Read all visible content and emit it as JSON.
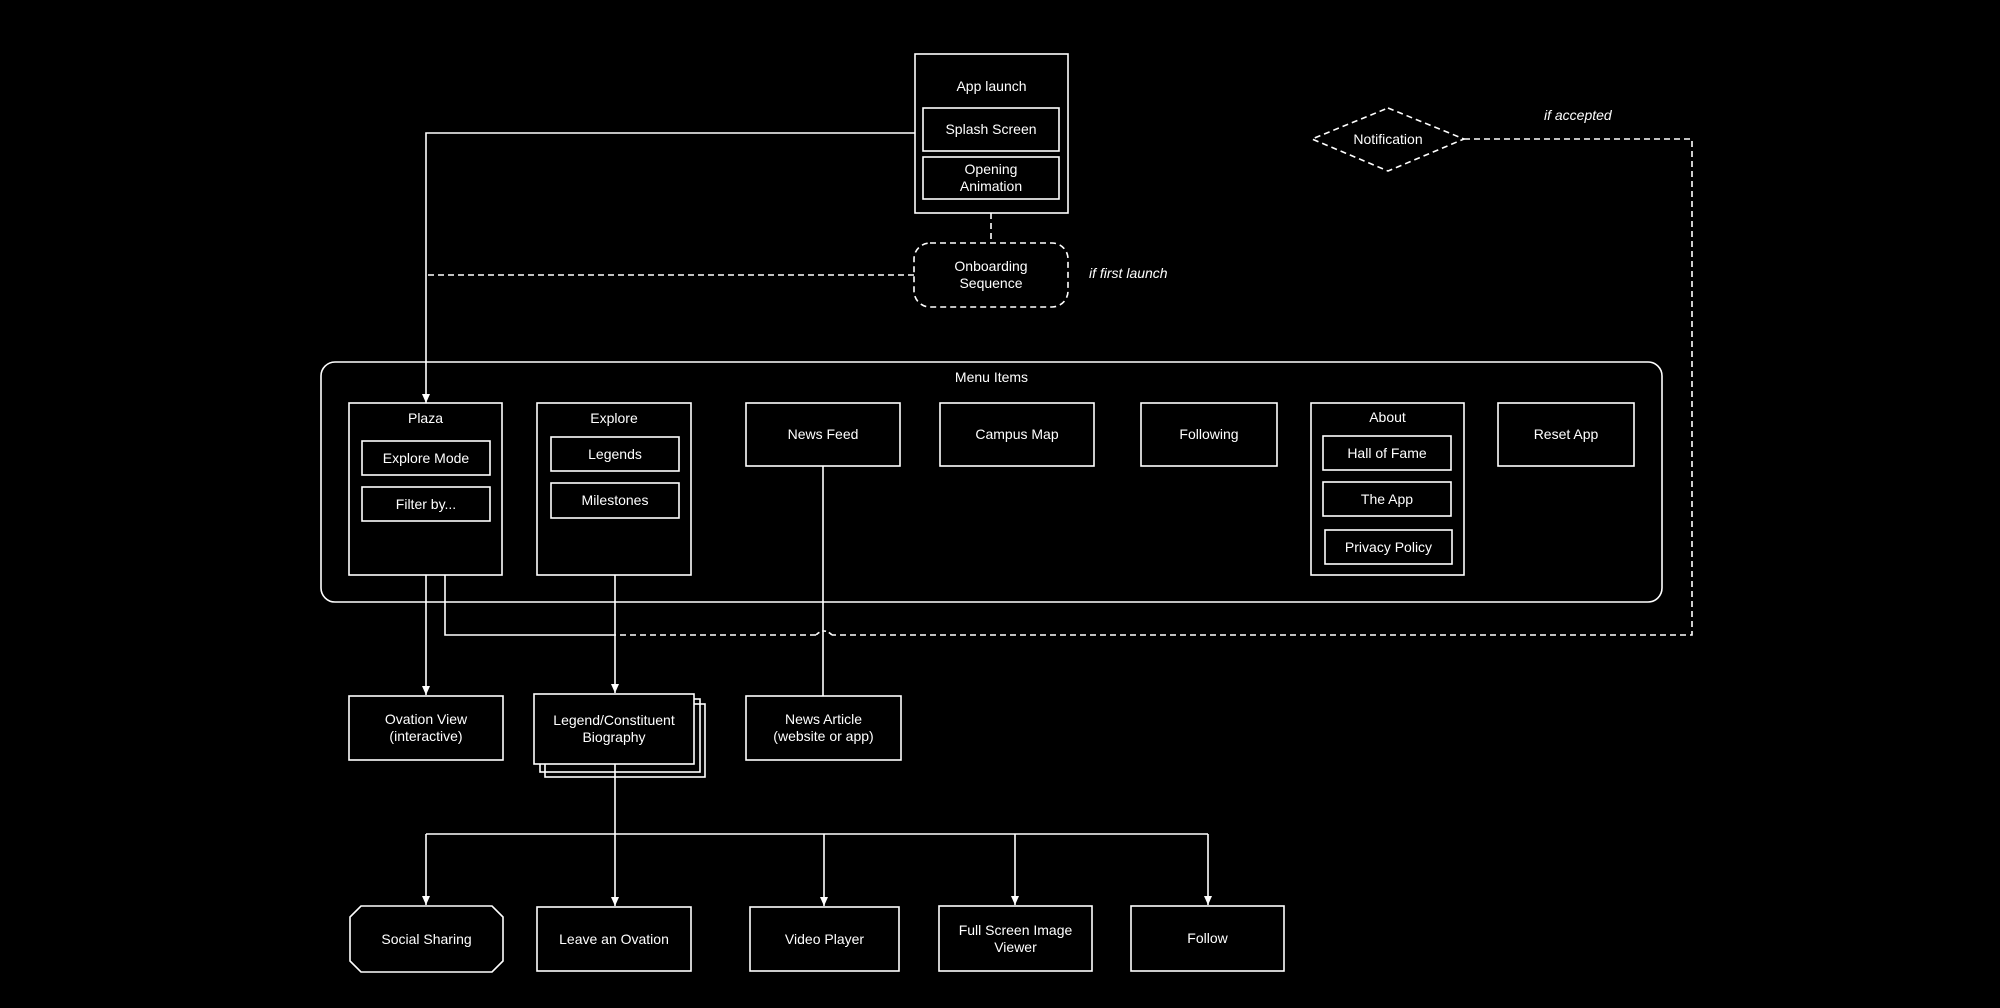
{
  "colors": {
    "background": "#000000",
    "stroke": "#ffffff",
    "text": "#ffffff"
  },
  "nodes": {
    "app_launch": "App launch",
    "splash_screen": "Splash Screen",
    "opening_animation": "Opening\nAnimation",
    "onboarding_sequence": "Onboarding\nSequence",
    "notification": "Notification",
    "menu_items": "Menu Items",
    "plaza": "Plaza",
    "explore_mode": "Explore Mode",
    "filter_by": "Filter by...",
    "explore": "Explore",
    "legends": "Legends",
    "milestones": "Milestones",
    "news_feed": "News Feed",
    "campus_map": "Campus Map",
    "following": "Following",
    "about": "About",
    "hall_of_fame": "Hall of Fame",
    "the_app": "The App",
    "privacy_policy": "Privacy Policy",
    "reset_app": "Reset App",
    "ovation_view": "Ovation View\n(interactive)",
    "legend_biography": "Legend/Constituent\nBiography",
    "news_article": "News Article\n(website or app)",
    "social_sharing": "Social Sharing",
    "leave_an_ovation": "Leave an Ovation",
    "video_player": "Video Player",
    "full_screen_image_viewer": "Full Screen Image\nViewer",
    "follow": "Follow"
  },
  "notes": {
    "if_first_launch": "if first launch",
    "if_accepted": "if accepted"
  }
}
